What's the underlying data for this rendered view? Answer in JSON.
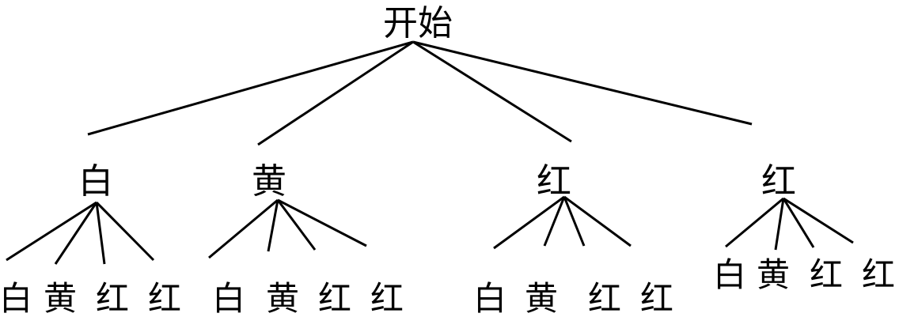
{
  "diagram": {
    "type": "tree",
    "root": {
      "id": "root",
      "label": "开始"
    },
    "level1": [
      {
        "id": "l1-0",
        "label": "白"
      },
      {
        "id": "l1-1",
        "label": "黄"
      },
      {
        "id": "l1-2",
        "label": "红"
      },
      {
        "id": "l1-3",
        "label": "红"
      }
    ],
    "level2": [
      {
        "parent": "l1-0",
        "labels": [
          "白",
          "黄",
          "红",
          "红"
        ]
      },
      {
        "parent": "l1-1",
        "labels": [
          "白",
          "黄",
          "红",
          "红"
        ]
      },
      {
        "parent": "l1-2",
        "labels": [
          "白",
          "黄",
          "红",
          "红"
        ]
      },
      {
        "parent": "l1-3",
        "labels": [
          "白",
          "黄",
          "红",
          "红"
        ]
      }
    ],
    "colors": {
      "ink": "#000000",
      "background": "#ffffff"
    }
  }
}
